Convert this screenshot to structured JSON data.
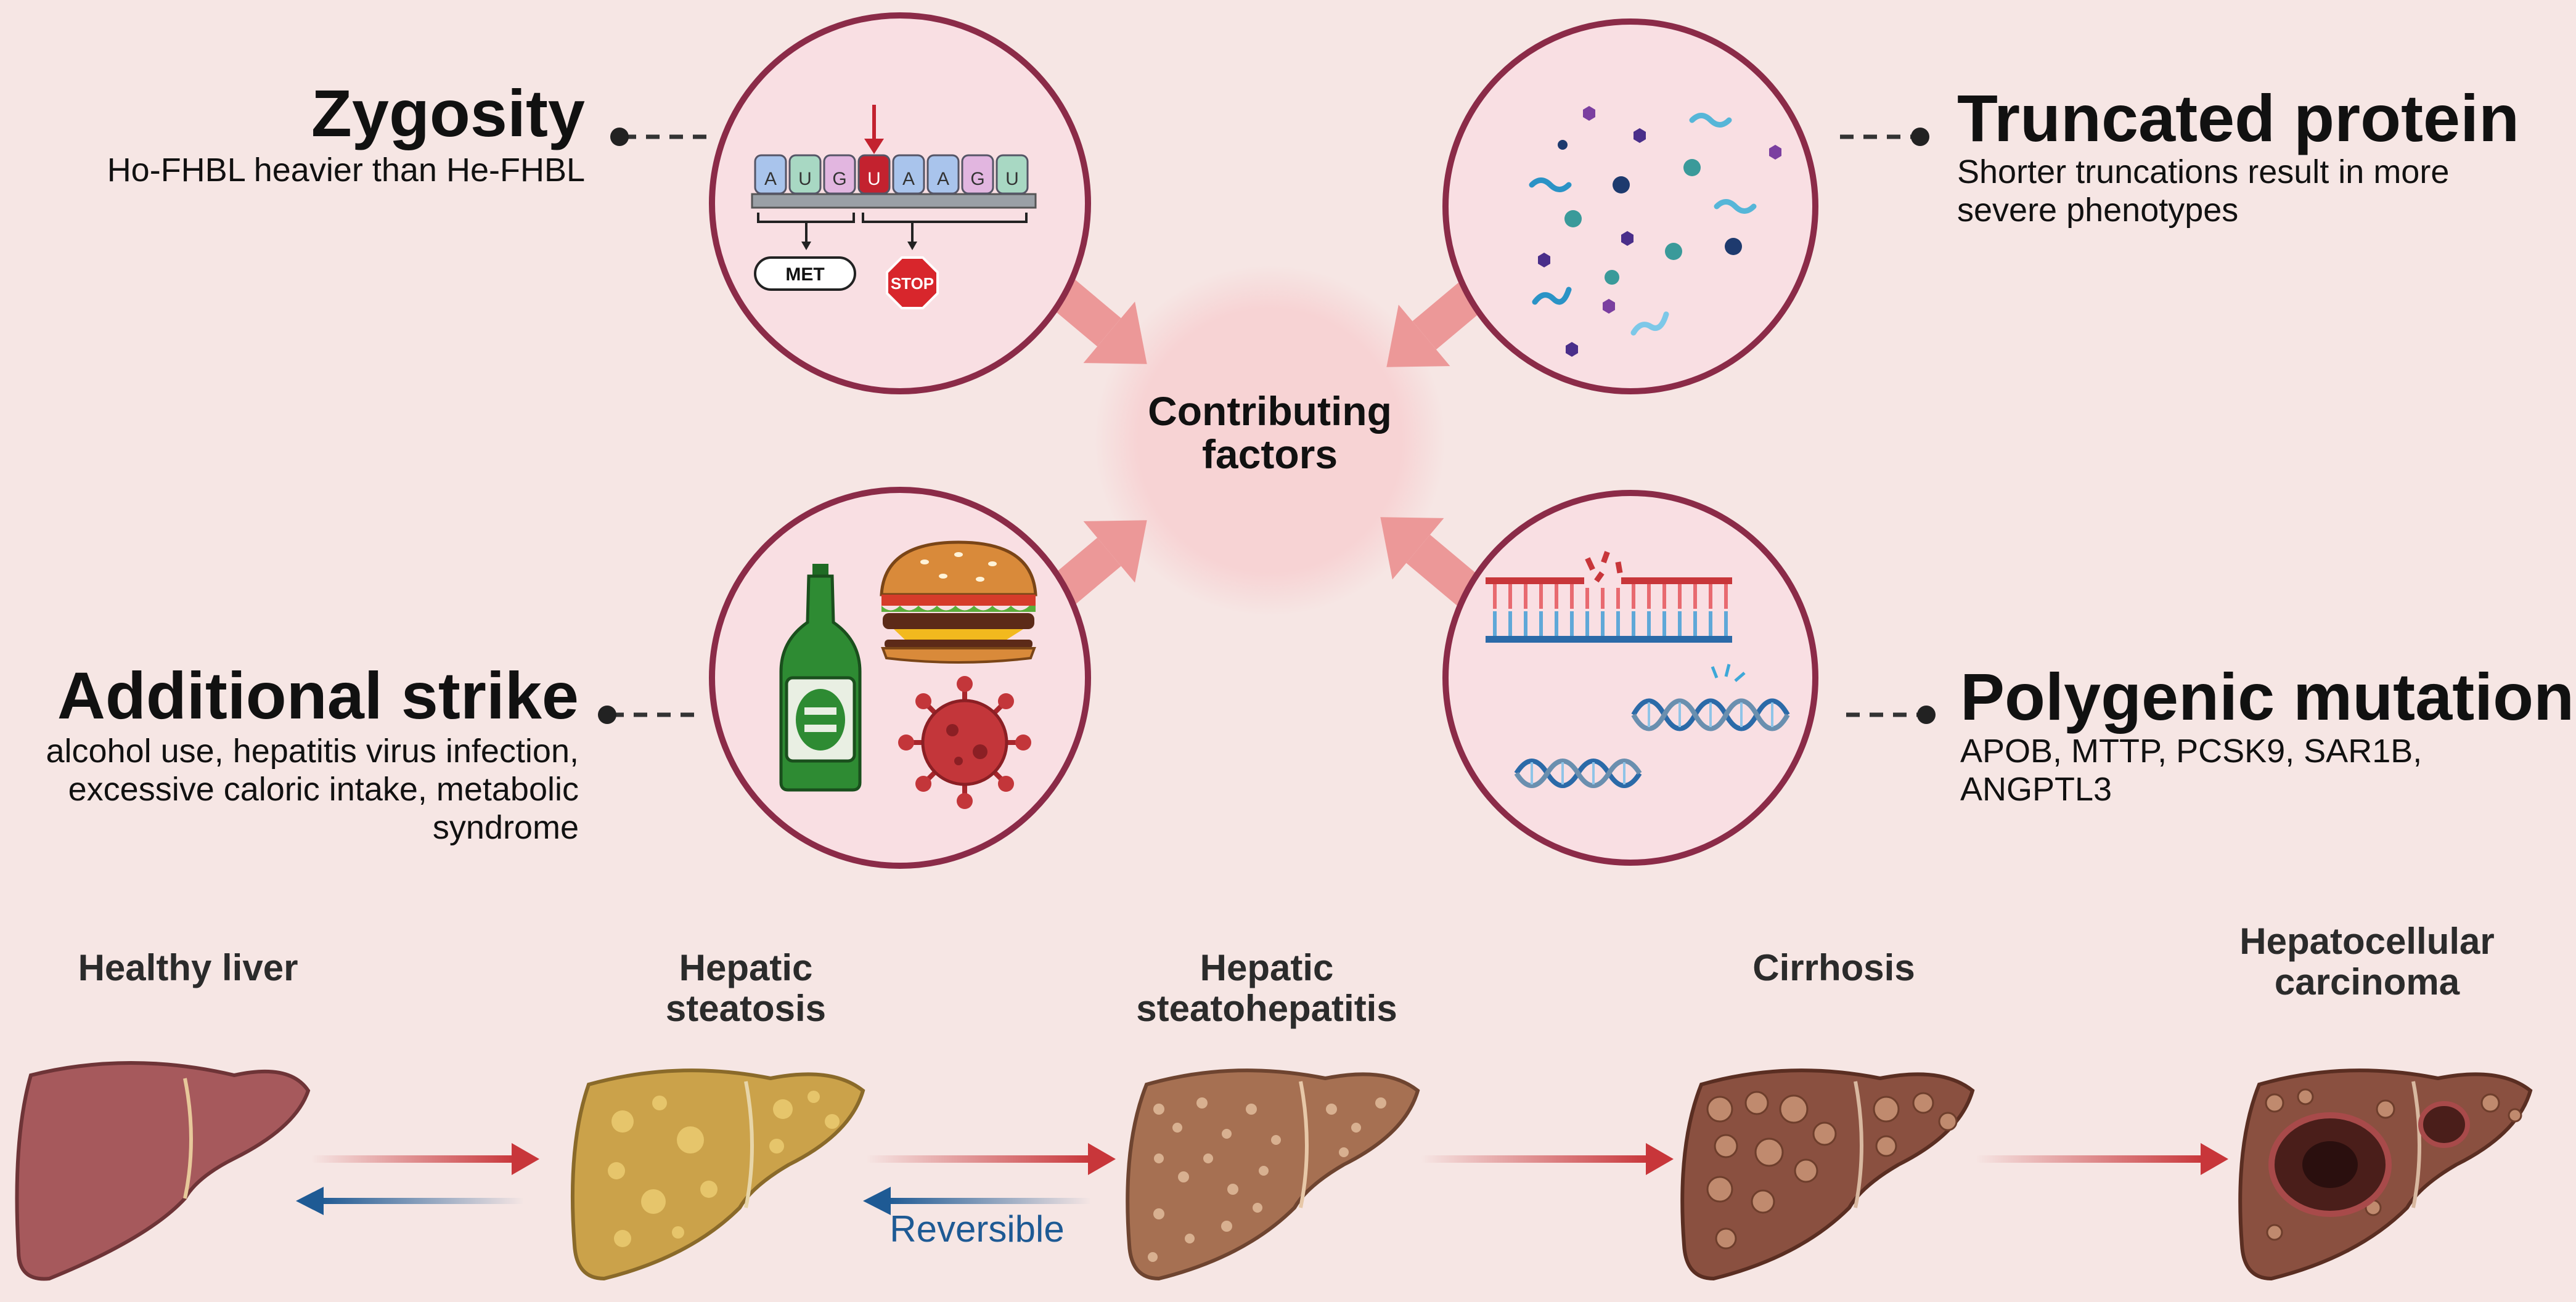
{
  "center": {
    "line1": "Contributing",
    "line2": "factors"
  },
  "factors": [
    {
      "id": "zygosity",
      "title": "Zygosity",
      "description": "Ho-FHBL heavier than He-FHBL"
    },
    {
      "id": "truncated",
      "title": "Truncated protein",
      "description": "Shorter truncations result in more severe phenotypes"
    },
    {
      "id": "additional",
      "title": "Additional strike",
      "description": "alcohol use, hepatitis virus infection, excessive caloric intake, metabolic syndrome"
    },
    {
      "id": "polygenic",
      "title": "Polygenic mutation",
      "description": "APOB, MTTP, PCSK9, SAR1B, ANGPTL3"
    }
  ],
  "mrna": {
    "bases": [
      "A",
      "U",
      "G",
      "U",
      "A",
      "A",
      "G",
      "U"
    ],
    "start_label": "MET",
    "stop_label": "STOP"
  },
  "stages": [
    {
      "id": "healthy",
      "line1": "Healthy liver",
      "line2": ""
    },
    {
      "id": "steatosis",
      "line1": "Hepatic",
      "line2": "steatosis"
    },
    {
      "id": "steatohepatitis",
      "line1": "Hepatic",
      "line2": "steatohepatitis"
    },
    {
      "id": "cirrhosis",
      "line1": "Cirrhosis",
      "line2": ""
    },
    {
      "id": "hcc",
      "line1": "Hepatocellular",
      "line2": "carcinoma"
    }
  ],
  "reversible_label": "Reversible",
  "colors": {
    "background": "#f6e6e4",
    "circle_border": "#8b2b48",
    "circle_fill": "#f9dfe3",
    "center_fill": "#f7d3d4",
    "pink_arrow": "#ec9898",
    "forward_arrow": "#c8363a",
    "reverse_arrow": "#1e5a94"
  }
}
